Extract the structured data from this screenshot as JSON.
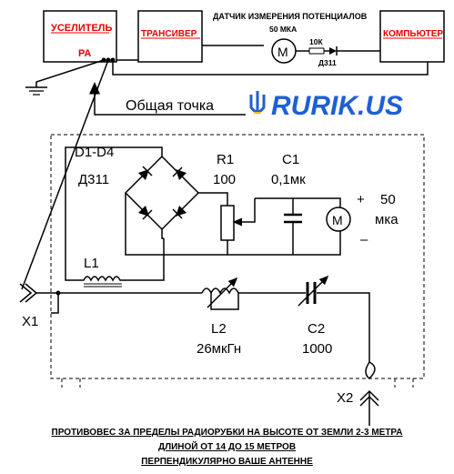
{
  "blocks": {
    "amplifier_line1": "УСЕЛИТЕЛЬ",
    "amplifier_line2": "РА",
    "transceiver": "ТРАНСИВЕР",
    "computer": "КОМПЬЮТЕР"
  },
  "sensor": {
    "title": "ДАТЧИК ИЗМЕРЕНИЯ ПОТЕНЦИАЛОВ",
    "meter_label": "50 МКА",
    "meter_symbol": "M",
    "resistor_label": "10К",
    "diode_label": "Д311"
  },
  "common_point": "Общая точка",
  "logo": {
    "text": "RURIK.US",
    "color": "#1e5fd6",
    "emblem_color": "#1e5fd6",
    "emblem_accent": "#f2c200"
  },
  "components": {
    "diodes_label": "D1-D4",
    "diodes_type": "Д311",
    "r1_label": "R1",
    "r1_value": "100",
    "c1_label": "C1",
    "c1_value": "0,1мк",
    "meter_symbol": "M",
    "meter_plus": "+",
    "meter_minus": "–",
    "meter_value": "50",
    "meter_unit": "мка",
    "l1_label": "L1",
    "l2_label": "L2",
    "l2_value": "26мкГн",
    "c2_label": "C2",
    "c2_value": "1000",
    "x1_label": "X1",
    "x2_label": "X2"
  },
  "colors": {
    "label_red": "#e60000",
    "line": "#000000"
  },
  "footer": {
    "line1": "ПРОТИВОВЕС ЗА ПРЕДЕЛЫ РАДИОРУБКИ НА ВЫСОТЕ ОТ ЗЕМЛИ 2-3 МЕТРА",
    "line2": "ДЛИНОЙ ОТ 14 ДО 15 МЕТРОВ",
    "line3": "ПЕРПЕНДИКУЛЯРНО ВАШЕ АНТЕННЕ"
  }
}
